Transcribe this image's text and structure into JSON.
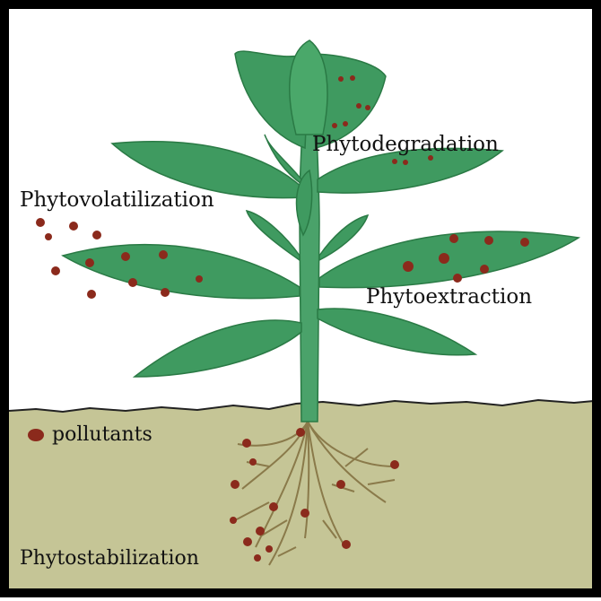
{
  "labels": {
    "phytodegradation": "Phytodegradation",
    "phytovolatilization": "Phytovolatilization",
    "phytoextraction": "Phytoextraction",
    "pollutants_legend": "pollutants",
    "phytostabilization": "Phytostabilization"
  },
  "colors": {
    "frame": "#000000",
    "sky": "#ffffff",
    "soil": "#c5c596",
    "leaf": "#3f9a60",
    "leaf_dark": "#2a7a45",
    "stem": "#4aa26a",
    "root": "#8a7a4a",
    "pollutant": "#8b2a1c"
  },
  "icons": {
    "pollutant_marker": "pollutant-dot-icon"
  }
}
